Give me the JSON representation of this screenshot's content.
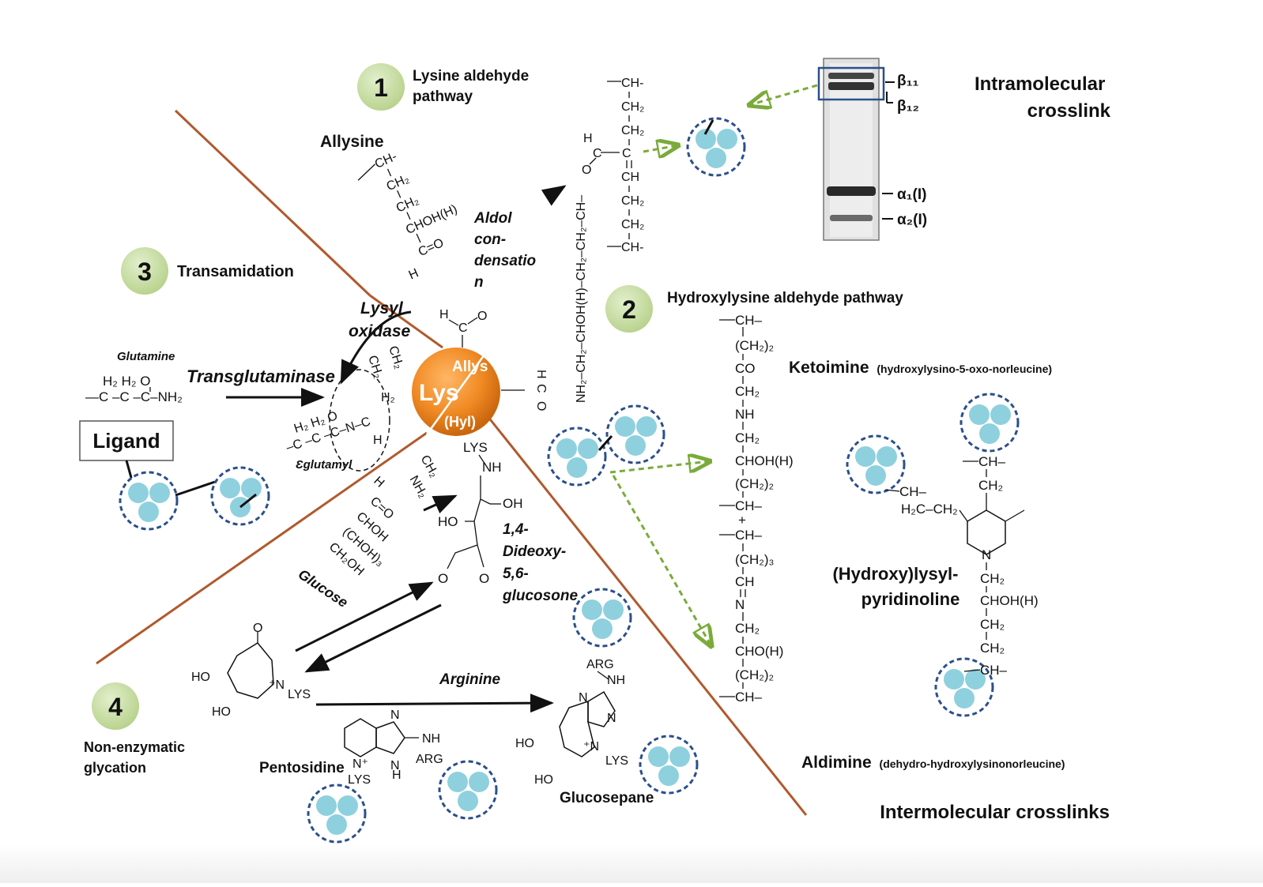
{
  "pathways": {
    "p1": {
      "num": "1",
      "title": "Lysine aldehyde pathway"
    },
    "p2": {
      "num": "2",
      "title": "Hydroxylysine aldehyde pathway"
    },
    "p3": {
      "num": "3",
      "title": "Transamidation"
    },
    "p4": {
      "num": "4",
      "title": "Non-enzymatic glycation"
    }
  },
  "labels": {
    "allysine": "Allysine",
    "aldol": "Aldol con- densatio n",
    "intramolecular": "Intramolecular crosslink",
    "intermolecular": "Intermolecular crosslinks",
    "lysyl_oxidase": "Lysyl oxidase",
    "glutamine": "Glutamine",
    "transglutaminase": "Transglutaminase",
    "ligand": "Ligand",
    "glutamyl": "Ɛglutamyl",
    "lys_center": "Lys",
    "allys_center": "Allys",
    "hyl_center": "(Hyl)",
    "ketoimine": "Ketoimine",
    "ketoimine_sub": "(hydroxylysino-5-oxo-norleucine)",
    "aldimine": "Aldimine",
    "aldimine_sub": "(dehydro-hydroxylysinonorleucine)",
    "pyridinoline_1": "(Hydroxy)lysyl-",
    "pyridinoline_2": "pyridinoline",
    "dideoxy": "1,4- Dideoxy- 5,6- glucosone",
    "glucose": "Glucose",
    "arginine": "Arginine",
    "pentosidine": "Pentosidine",
    "glucosepane": "Glucosepane"
  },
  "gel_bands": {
    "beta11": "β₁₁",
    "beta12": "β₁₂",
    "alpha1": "α₁(I)",
    "alpha2": "α₂(I)"
  },
  "colors": {
    "badge_fill": "#c5dca0",
    "lys_orange": "#f08a24",
    "divider": "#b05a2e",
    "green_arrow": "#7aab3a",
    "fibril_blue": "#8fd0de",
    "fibril_ring": "#2b4f8c"
  },
  "icons": {
    "fibril": "collagen-fibril-icon",
    "badge": "numbered-circle-icon"
  }
}
